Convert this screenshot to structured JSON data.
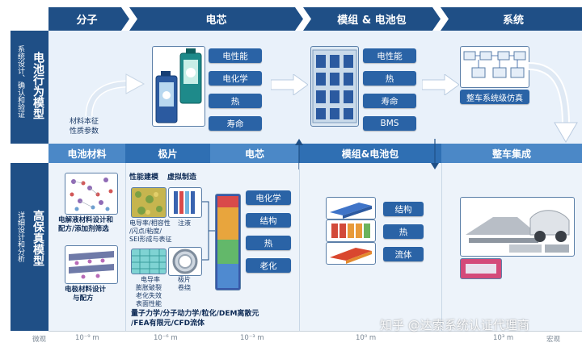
{
  "stages": [
    "分子",
    "电芯",
    "模组 & 电池包",
    "系统"
  ],
  "top_section": {
    "title": "电池行为模型",
    "subtitle": "系统设计、确认和验证",
    "input_label_1": "材料本征",
    "input_label_2": "性质参数",
    "cell_tags": [
      "电性能",
      "电化学",
      "热",
      "寿命"
    ],
    "pack_tags": [
      "电性能",
      "热",
      "寿命",
      "BMS"
    ],
    "system_label": "整车系统级仿真"
  },
  "bands": [
    "电池材料",
    "极片",
    "电芯",
    "模组&电池包",
    "整车集成"
  ],
  "bottom_section": {
    "title": "高保真模型",
    "subtitle": "详细设计和分析",
    "perf_model": "性能建模",
    "virtual_mfg": "虚拟制造",
    "electrolyte_1": "电解液材料设计和",
    "electrolyte_2": "配方/添加剂筛选",
    "electrode_1": "电极材料设计",
    "electrode_2": "与配方",
    "perf_1": "电导率/相容性",
    "perf_2": "/闪点/粘度/",
    "perf_3": "SEI形成与表征",
    "inject": "注液",
    "mech_1": "电导率",
    "mech_2": "膨胀破裂",
    "mech_3": "老化失效",
    "mech_4": "表面性能",
    "sheet_1": "极片",
    "sheet_2": "卷绕",
    "cell_tags": [
      "电化学",
      "结构",
      "热",
      "老化"
    ],
    "pack_tags": [
      "结构",
      "热",
      "流体"
    ],
    "methods_1": "量子力学/分子动力学/粒化/DEM离散元",
    "methods_2": "/FEA有限元/CFD流体"
  },
  "scale": {
    "micro": "微观",
    "macro": "宏观",
    "ticks": [
      "10⁻⁹ m",
      "10⁻⁶ m",
      "10⁻³ m",
      "10⁰ m",
      "10³ m"
    ]
  },
  "watermark": "知乎 @达索系统认证代理商",
  "colors": {
    "header": "#1f4f86",
    "band": "#4a86c5",
    "pill": "#2a63a6",
    "panel": "#eaf1fa"
  }
}
